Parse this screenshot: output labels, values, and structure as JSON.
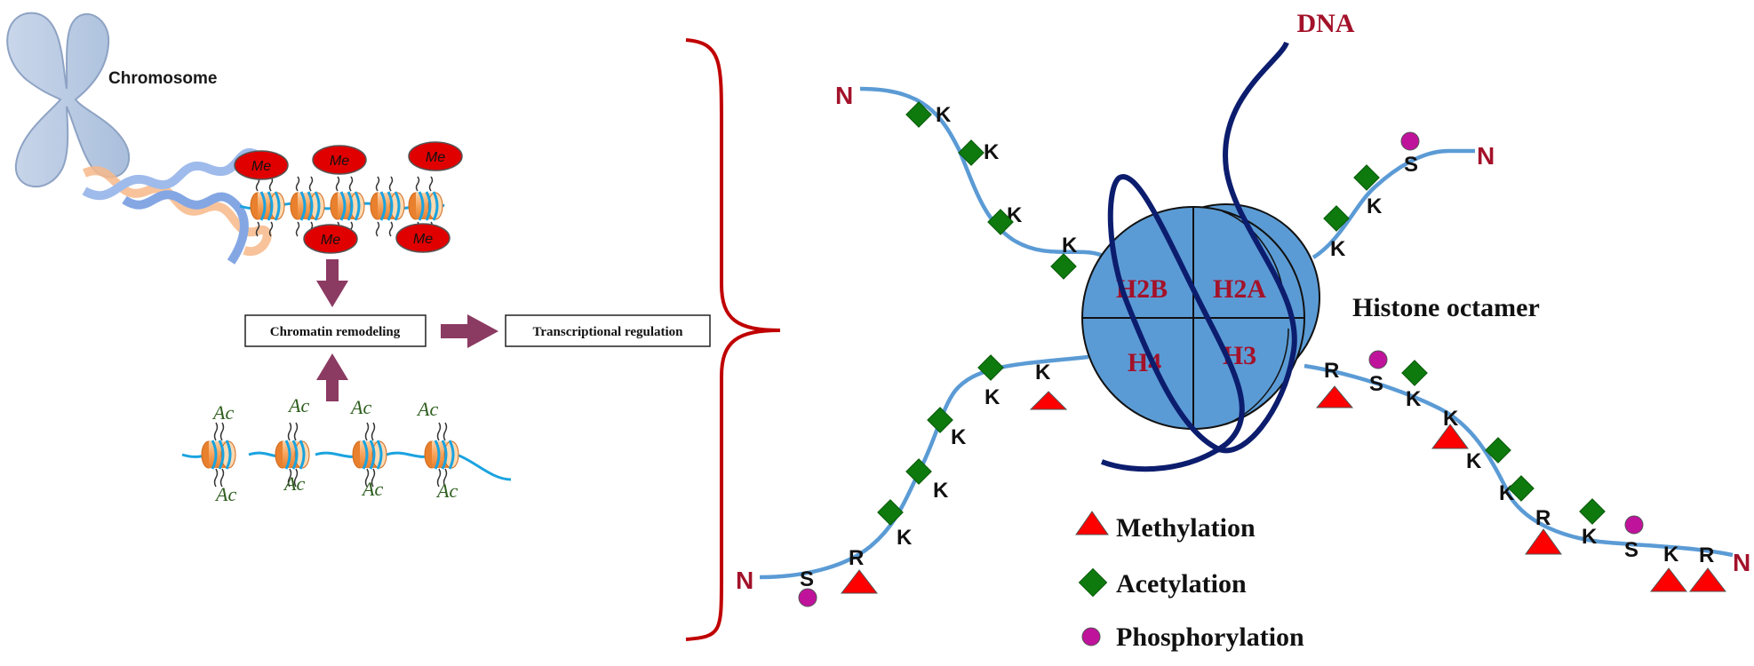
{
  "left_panel": {
    "chromosome_label": "Chromosome",
    "methyl_tag": "Me",
    "acetyl_tag": "Ac",
    "chromatin_remodeling": "Chromatin remodeling",
    "transcriptional_regulation": "Transcriptional regulation"
  },
  "right_panel": {
    "dna_label": "DNA",
    "histone_octamer_label": "Histone octamer",
    "histones": [
      "H2B",
      "H2A",
      "H4",
      "H3"
    ],
    "n_terminus": "N",
    "residue_K": "K",
    "residue_S": "S",
    "residue_R": "R"
  },
  "legend": {
    "items": [
      {
        "label": "Methylation",
        "shape": "triangle",
        "color": "#ff0000"
      },
      {
        "label": "Acetylation",
        "shape": "diamond",
        "color": "#0e7a0e"
      },
      {
        "label": "Phosphorylation",
        "shape": "circle",
        "color": "#c0139b"
      }
    ]
  },
  "colors": {
    "accent_red": "#a3122a",
    "arrow_purple": "#8b3a62",
    "histone_blue": "#5b9bd5",
    "tail_blue": "#5b9bd5",
    "dna_navy": "#0c1d6e",
    "acetyl_green": "#2e5e1e"
  }
}
